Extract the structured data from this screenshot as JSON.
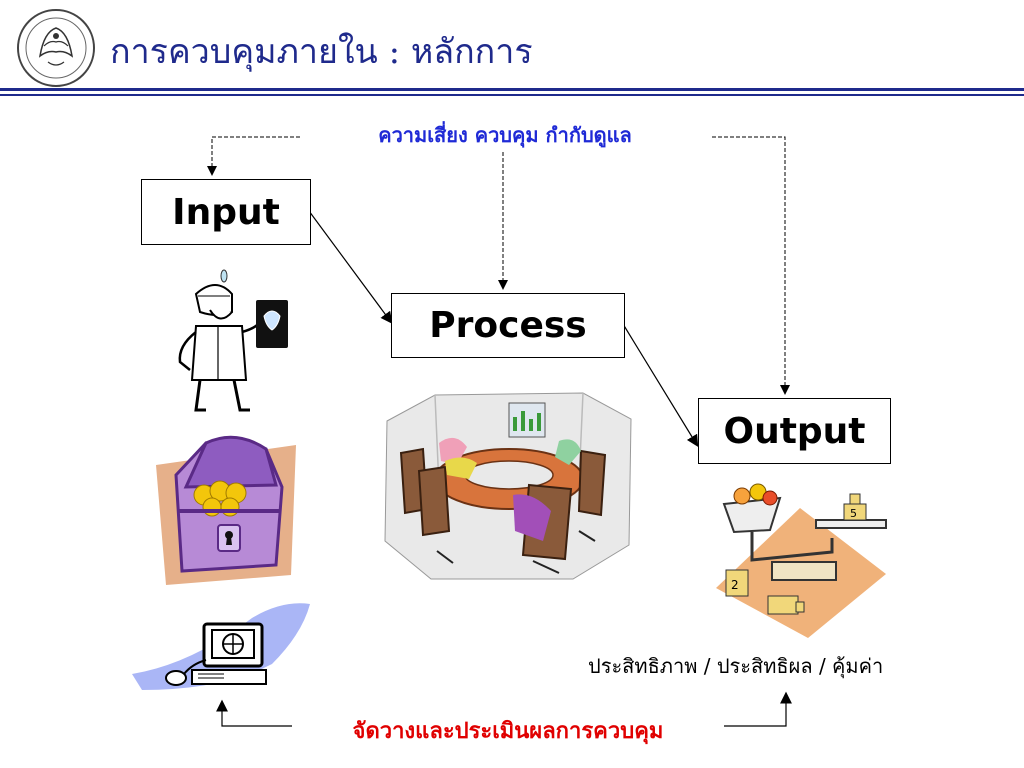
{
  "header": {
    "title": "การควบคุมภายใน : หลักการ",
    "logo_icon": "department-emblem-icon"
  },
  "diagram": {
    "top_label": "ความเสี่ยง ควบคุม กำกับดูแล",
    "input_label": "Input",
    "process_label": "Process",
    "output_label": "Output",
    "output_caption": "ประสิทธิภาพ / ประสิทธิผล / คุ้มค่า",
    "bottom_label": "จัดวางและประเมินผลการควบคุม"
  },
  "colors": {
    "title_blue": "#1f2a8c",
    "top_label_blue": "#1f2ad6",
    "bottom_label_red": "#e00000"
  }
}
